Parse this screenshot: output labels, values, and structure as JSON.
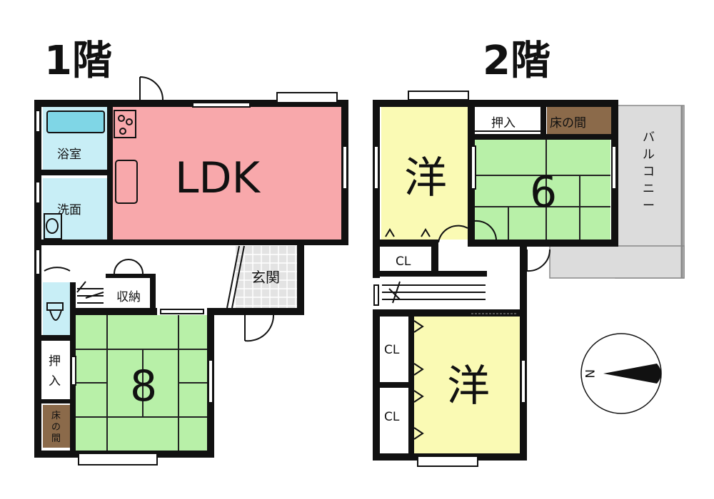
{
  "floors": [
    {
      "title": "1階"
    },
    {
      "title": "2階"
    }
  ],
  "rooms": {
    "ldk": "LDK",
    "bath": "浴室",
    "washroom": "洗面",
    "entrance": "玄関",
    "storage": "収納",
    "tatami8": "8",
    "closet_1f": [
      "押",
      "入"
    ],
    "tokonoma_1f": [
      "床",
      "の",
      "間"
    ],
    "western_north": "洋",
    "tatami6": "6",
    "closet_2f": "押入",
    "tokonoma_2f": "床の間",
    "balcony": [
      "バ",
      "ル",
      "コ",
      "ニ",
      "ー"
    ],
    "cl_top": "CL",
    "cl_mid": "CL",
    "cl_bottom": "CL",
    "western_south": "洋"
  },
  "compass": {
    "label": "N"
  },
  "colors": {
    "ldk": "#f8a8ab",
    "tatami": "#b8f0a8",
    "western": "#fafab4",
    "water": "#c8eef6",
    "balcony": "#dcdcdc",
    "tokonoma": "#8b6a4a",
    "entrance_tile": "#d9d9d9"
  }
}
